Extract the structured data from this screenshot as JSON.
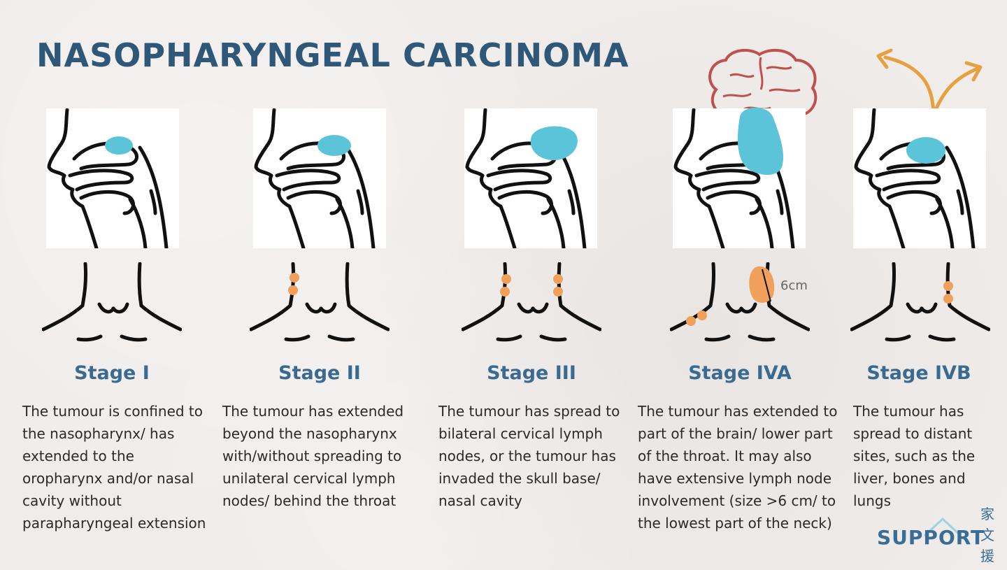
{
  "title": "NASOPHARYNGEAL CARCINOMA",
  "stages": [
    {
      "label": "Stage I",
      "description": "The tumour is confined to the nasopharynx/ has extended to the oropharynx and/or nasal cavity without parapharyngeal extension"
    },
    {
      "label": "Stage II",
      "description": "The tumour has extended beyond the nasopharynx with/without spreading to unilateral cervical lymph nodes/ behind the throat"
    },
    {
      "label": "Stage III",
      "description": "The tumour has spread to bilateral cervical lymph nodes, or the tumour has invaded the skull base/ nasal cavity"
    },
    {
      "label": "Stage IVA",
      "description": "The tumour has extended to part of the brain/ lower part of the throat. It may also have extensive lymph node involvement (size >6 cm/ to the lowest part of the neck)"
    },
    {
      "label": "Stage IVB",
      "description": "The tumour has spread to distant sites, such as the liver, bones and lungs"
    }
  ],
  "size_annotation": "6cm",
  "logo": {
    "text": "SUPPORT",
    "cjk": "家文援"
  },
  "colors": {
    "title": "#2f5878",
    "stage_label": "#3a6a90",
    "tumour": "#5bc4d9",
    "lymph": "#f0a05a",
    "brain": "#c0504d",
    "arrow": "#e7a03f"
  }
}
